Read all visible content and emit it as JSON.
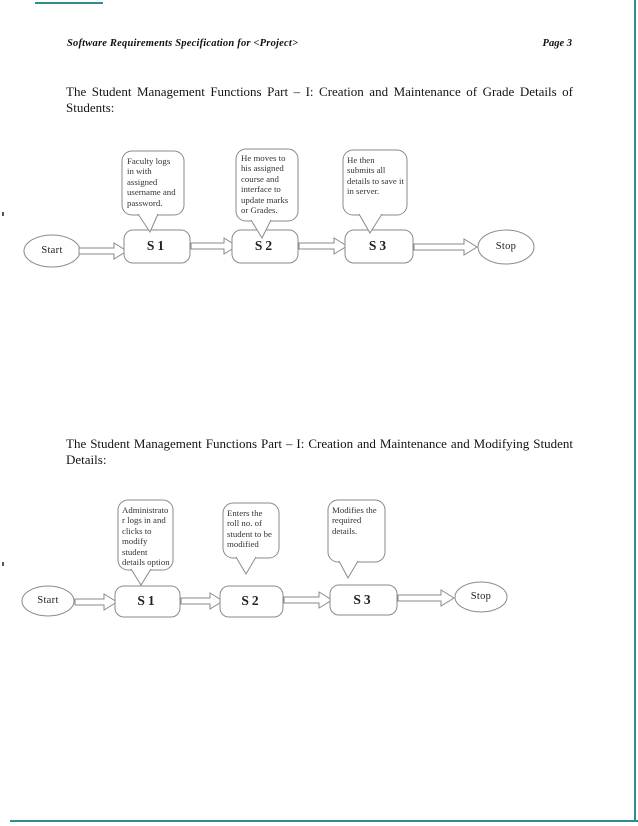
{
  "page": {
    "header": {
      "title": "Software Requirements Specification for <Project>",
      "page_number": "Page 3"
    },
    "border_color": "#2f8f8f"
  },
  "sections": [
    {
      "heading": "The Student Management Functions Part – I: Creation and Maintenance of Grade Details of Students:"
    },
    {
      "heading": "The Student Management Functions Part – I: Creation and Maintenance and Modifying Student Details:"
    }
  ],
  "diagram1": {
    "type": "flow",
    "start_label": "Start",
    "stop_label": "Stop",
    "states": [
      "S1",
      "S2",
      "S3"
    ],
    "callouts": [
      "Faculty logs in with assigned username and password.",
      "He moves to his assigned course and interface to update marks or Grades.",
      "He then submits all details to save it in server."
    ]
  },
  "diagram2": {
    "type": "flow",
    "start_label": "Start",
    "stop_label": "Stop",
    "states": [
      "S1",
      "S2",
      "S3"
    ],
    "callouts": [
      "Administrator logs in and clicks to modify student details option",
      "Enters the roll no. of student to be modified",
      "Modifies the required details."
    ]
  }
}
